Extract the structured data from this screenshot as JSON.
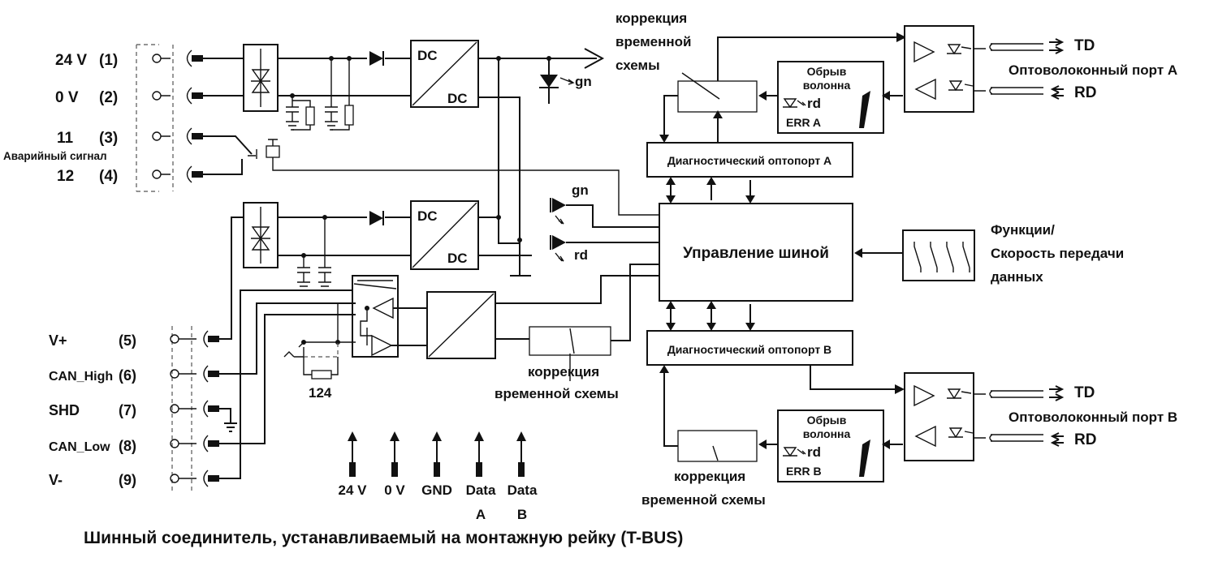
{
  "terminals_top": [
    {
      "name": "24 V",
      "num": "(1)"
    },
    {
      "name": "0 V",
      "num": "(2)"
    },
    {
      "name": "11",
      "num": "(3)"
    },
    {
      "name": "12",
      "num": "(4)"
    }
  ],
  "alarm_label": "Аварийный сигнал",
  "terminals_bottom": [
    {
      "name": "V+",
      "num": "(5)"
    },
    {
      "name": "CAN_High",
      "num": "(6)"
    },
    {
      "name": "SHD",
      "num": "(7)"
    },
    {
      "name": "CAN_Low",
      "num": "(8)"
    },
    {
      "name": "V-",
      "num": "(9)"
    }
  ],
  "dcdc": {
    "in": "DC",
    "out": "DC"
  },
  "led_labels": {
    "top": "gn",
    "bus_gn": "gn",
    "bus_rd": "rd"
  },
  "resistor_label": "124",
  "correction_a": [
    "коррекция",
    "временной",
    "схемы"
  ],
  "correction_can": [
    "коррекция",
    "временной схемы"
  ],
  "correction_b": [
    "коррекция",
    "временной схемы"
  ],
  "fiber_break_a": {
    "l1": "Обрыв",
    "l2": "волонна",
    "rd": "rd",
    "err": "ERR A"
  },
  "fiber_break_b": {
    "l1": "Обрыв",
    "l2": "волонна",
    "rd": "rd",
    "err": "ERR B"
  },
  "diag_port_a": "Диагностический оптопорт A",
  "diag_port_b": "Диагностический оптопорт B",
  "bus_control": "Управление шиной",
  "functions": [
    "Функции/",
    "Скорость передачи",
    "данных"
  ],
  "port_a": {
    "td": "TD",
    "rd": "RD",
    "label": "Оптоволоконный порт A"
  },
  "port_b": {
    "td": "TD",
    "rd": "RD",
    "label": "Оптоволоконный порт B"
  },
  "tbus_signals": [
    {
      "l1": "24 V",
      "l2": ""
    },
    {
      "l1": "0 V",
      "l2": ""
    },
    {
      "l1": "GND",
      "l2": ""
    },
    {
      "l1": "Data",
      "l2": "A"
    },
    {
      "l1": "Data",
      "l2": "B"
    }
  ],
  "tbus_caption": "Шинный соединитель, устанавливаемый на монтажную рейку (T-BUS)"
}
